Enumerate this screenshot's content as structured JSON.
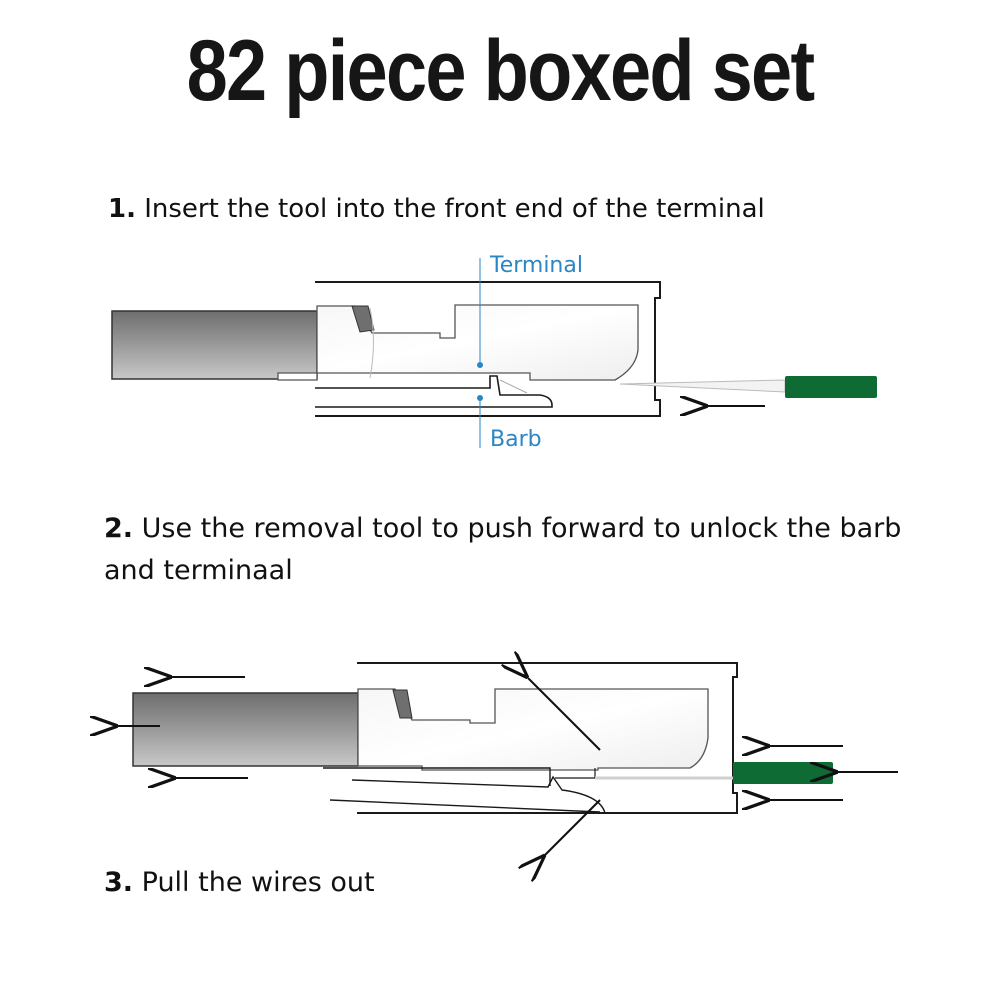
{
  "title": "82 piece boxed set",
  "steps": [
    {
      "number": "1.",
      "text": "Insert the tool into the front end of the terminal"
    },
    {
      "number": "2.",
      "text": "Use the removal tool to push forward to unlock the barb and terminaal"
    },
    {
      "number": "3.",
      "text": "Pull the wires out"
    }
  ],
  "diagram1": {
    "labels": {
      "terminal": "Terminal",
      "barb": "Barb"
    }
  },
  "colors": {
    "label_blue": "#2a86c4",
    "tool_green": "#0f6b34",
    "wire_gray": "#7a7a7a",
    "outline": "#1a1a1a"
  }
}
